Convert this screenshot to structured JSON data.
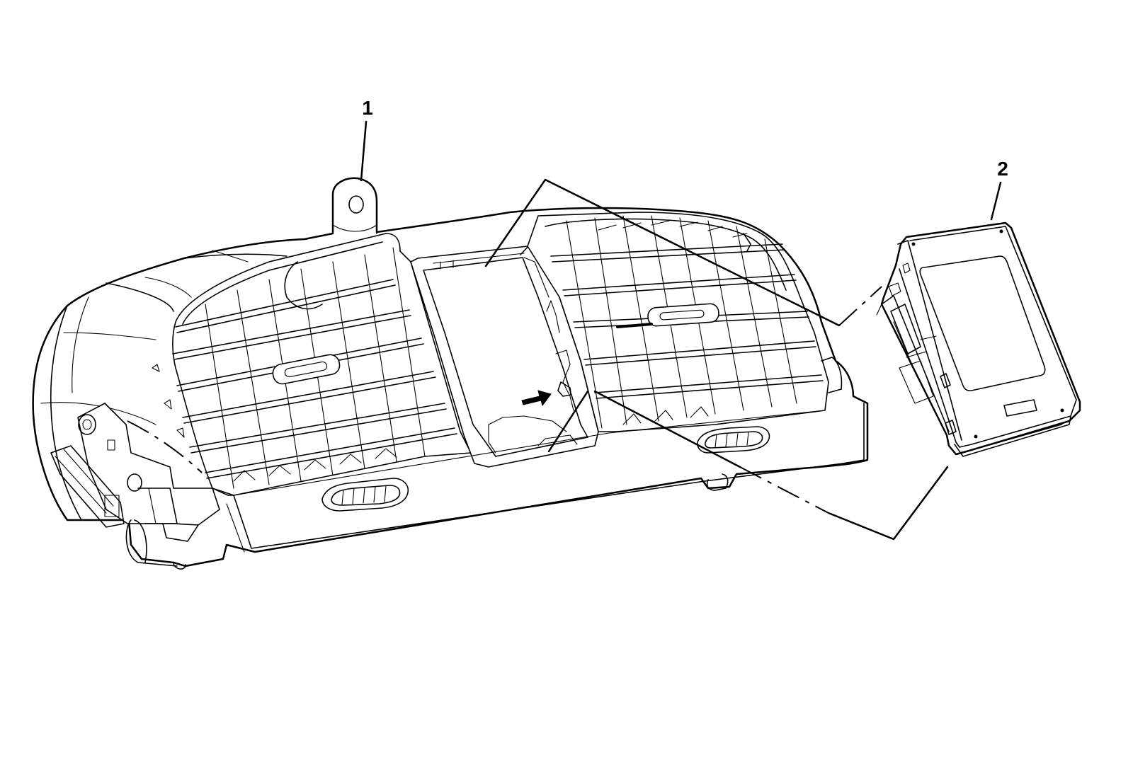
{
  "callouts": [
    {
      "id": "1",
      "label": "1"
    },
    {
      "id": "2",
      "label": "2"
    }
  ],
  "icons": {
    "direction_arrow": "arrow-right-icon"
  }
}
